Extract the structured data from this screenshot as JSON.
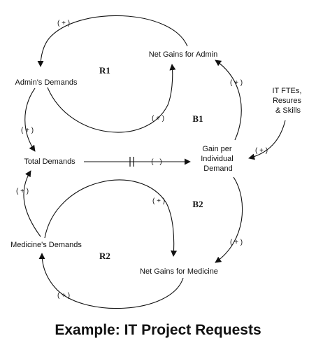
{
  "nodes": {
    "net_gains_admin": "Net Gains for Admin",
    "admins_demands": "Admin's Demands",
    "total_demands": "Total Demands",
    "gain_per_demand": [
      "Gain per",
      "Individual",
      "Demand"
    ],
    "it_resources": [
      "IT FTEs,",
      "Resures",
      "& Skills"
    ],
    "medicines_demands": "Medicine's Demands",
    "net_gains_medicine": "Net Gains for Medicine"
  },
  "loops": {
    "r1": "R1",
    "b1": "B1",
    "b2": "B2",
    "r2": "R2"
  },
  "polarities": {
    "top_arc": "( + )",
    "admin_gain_return": "( + )",
    "gain_to_admin": "( + )",
    "it_to_gain": "( + )",
    "admin_to_total": "( + )",
    "total_to_gain": "( - )",
    "medicine_to_total": "( + )",
    "med_top_arc": "( + )",
    "gain_to_medicine": "( + )",
    "bottom_arc": "( + )"
  },
  "caption": "Example: IT Project Requests"
}
